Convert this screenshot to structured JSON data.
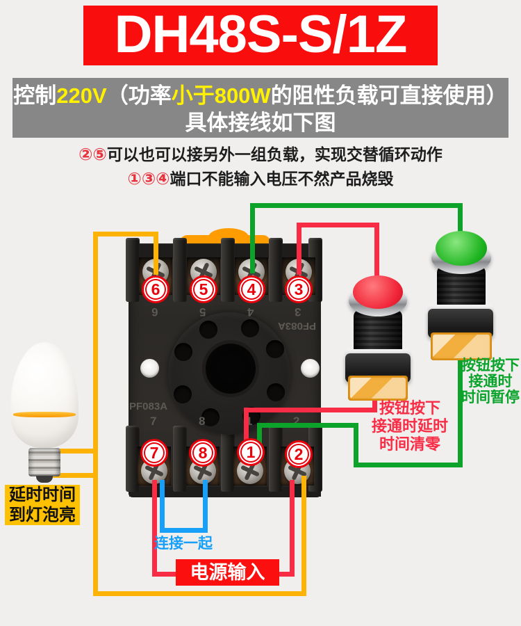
{
  "page": {
    "background": "#f0efee"
  },
  "title_banner": {
    "text": "DH48S-S/1Z",
    "bg": "#f90d0d",
    "text_color": "#ffffff"
  },
  "subtitle_banner": {
    "bg": "#878787",
    "highlight_color": "#fff100",
    "line1_part1": "控制",
    "line1_hl1": "220V",
    "line1_part2": "（功率",
    "line1_hl2": "小于800W",
    "line1_part3": "的阻性负载可直接使用）",
    "line2": "具体接线如下图"
  },
  "notes": {
    "badge_color": "#e8323c",
    "line1_badges": "②⑤",
    "line1_text": "可以也可以接另外一组负载，实现交替循环动作",
    "line2_badges": "①③④",
    "line2_text": "端口不能输入电压不然产品烧毁"
  },
  "socket": {
    "model_text": "PF083A",
    "top_badges": [
      "6",
      "5",
      "4",
      "3"
    ],
    "bottom_badges": [
      "7",
      "8",
      "1",
      "2"
    ],
    "molded_top": [
      "6",
      "5",
      "4",
      "3"
    ],
    "molded_bottom": [
      "7",
      "8",
      "1",
      "2"
    ]
  },
  "labels": {
    "bulb": {
      "line1": "延时时间",
      "line2": "到灯泡亮",
      "bg": "#fdc101",
      "text_color": "#111111"
    },
    "connect": {
      "text": "连接一起",
      "color": "#18a0f8"
    },
    "power": {
      "text": "电源输入",
      "bg": "#fb0f0f",
      "text_color": "#ffffff"
    },
    "red_button": {
      "line1": "按钮按下",
      "line2": "接通时延时",
      "line3": "时间清零",
      "color": "#f82c45"
    },
    "green_button": {
      "line1": "按钮按下",
      "line2": "接通时",
      "line3": "时间暂停",
      "color": "#0aa32b"
    }
  },
  "wire_colors": {
    "yellow": "#fcb305",
    "red": "#f82c45",
    "green": "#0da32a",
    "blue": "#18a0f8"
  }
}
